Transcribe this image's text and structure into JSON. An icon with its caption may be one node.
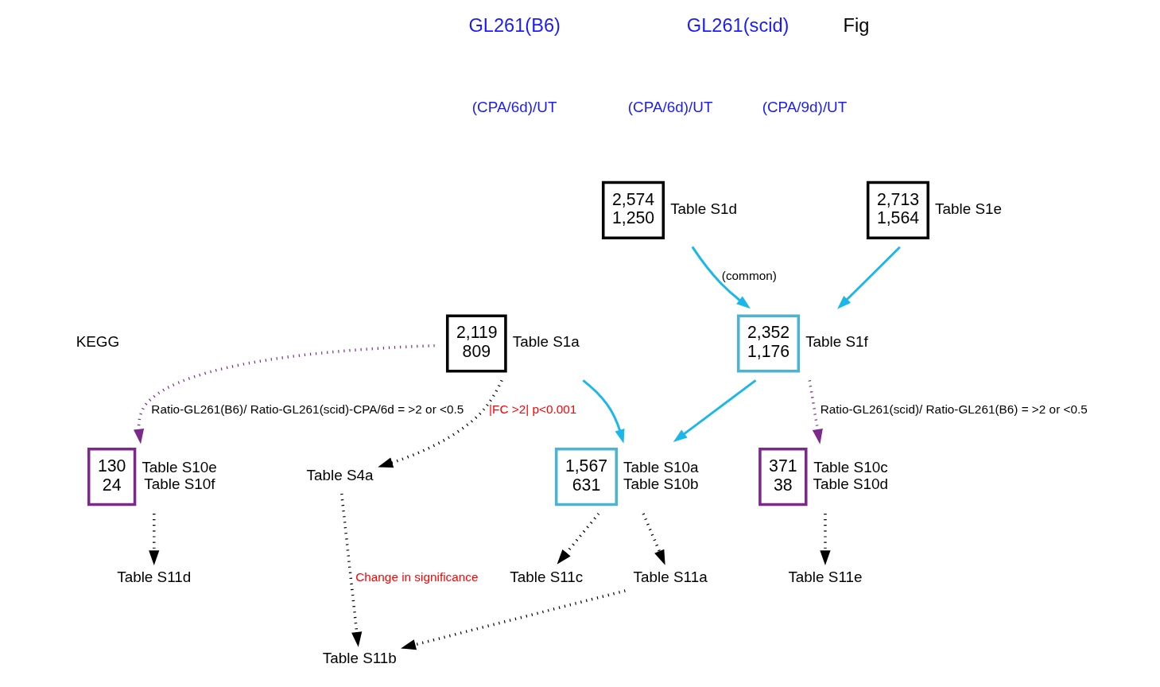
{
  "diagram": {
    "nodes": [
      {
        "text": [
          "2,119",
          "809"
        ],
        "beside": [
          "Table S1a"
        ]
      },
      {
        "text": [
          "2,574",
          "1,250"
        ],
        "beside": [
          "Table S1d"
        ]
      },
      {
        "text": [
          "2,713",
          "1,564"
        ],
        "beside": [
          "Table S1e"
        ]
      },
      {
        "text": [
          "2,352",
          "1,176"
        ],
        "beside": [
          "Table S1f"
        ]
      },
      {
        "text": [
          "130",
          "24"
        ],
        "beside": [
          "Table S10e",
          "Table S10f"
        ]
      },
      {
        "text": [
          "1,567",
          "631"
        ],
        "beside": [
          "Table S10a",
          "Table S10b"
        ]
      },
      {
        "text": [
          "371",
          "38"
        ],
        "beside": [
          "Table S10c",
          "Table S10d"
        ]
      },
      {
        "text": [
          "Table S4a"
        ]
      },
      {
        "text": [
          "Table S11d"
        ]
      },
      {
        "text": [
          "Table S11a"
        ]
      },
      {
        "text": [
          "Table S11c"
        ]
      },
      {
        "text": [
          "Table S11e"
        ]
      },
      {
        "text": [
          "Table S11b"
        ]
      }
    ],
    "edges": [
      {
        "from": 0,
        "to": 7,
        "arrow": "to",
        "style": "dashed",
        "label": "|FC >2| p<0.001"
      },
      {
        "from": 0,
        "to": 4,
        "arrow": "to",
        "style": "dashed",
        "color": "#7b2a8a",
        "label": "Ratio-GL261(B6)/ Ratio-GL261(scid)-CPA/6d = >2 or <0.5"
      },
      {
        "from": 0,
        "to": 5,
        "arrow": "to",
        "color": "#1ab7ea"
      },
      {
        "from": 1,
        "to": 3,
        "arrow": "to",
        "color": "#1ab7ea",
        "label": "(common)"
      },
      {
        "from": 2,
        "to": 3,
        "arrow": "to",
        "color": "#1ab7ea"
      },
      {
        "from": 3,
        "to": 5,
        "arrow": "to",
        "color": "#1ab7ea"
      },
      {
        "from": 3,
        "to": 6,
        "arrow": "to",
        "style": "dashed",
        "color": "#7b2a8a",
        "label": "Ratio-GL261(scid)/ Ratio-GL261(B6) = >2 or <0.5"
      },
      {
        "from": 4,
        "to": 8,
        "arrow": "to",
        "style": "dashed"
      },
      {
        "from": 5,
        "to": 9,
        "arrow": "to",
        "style": "dashed"
      },
      {
        "from": 5,
        "to": 10,
        "arrow": "to",
        "style": "dashed"
      },
      {
        "from": 6,
        "to": 11,
        "arrow": "to",
        "style": "dashed"
      },
      {
        "from": 7,
        "to": 12,
        "arrow": "to",
        "style": "dashed",
        "label": "Change in significance"
      },
      {
        "from": 9,
        "to": 12,
        "arrow": "to",
        "style": "dashed"
      }
    ],
    "labels": [
      "GL261(B6)",
      "GL261(scid)",
      "Fig",
      "(CPA/6d)/UT",
      "(CPA/6d)/UT",
      "(CPA/9d)/UT",
      "KEGG"
    ]
  }
}
